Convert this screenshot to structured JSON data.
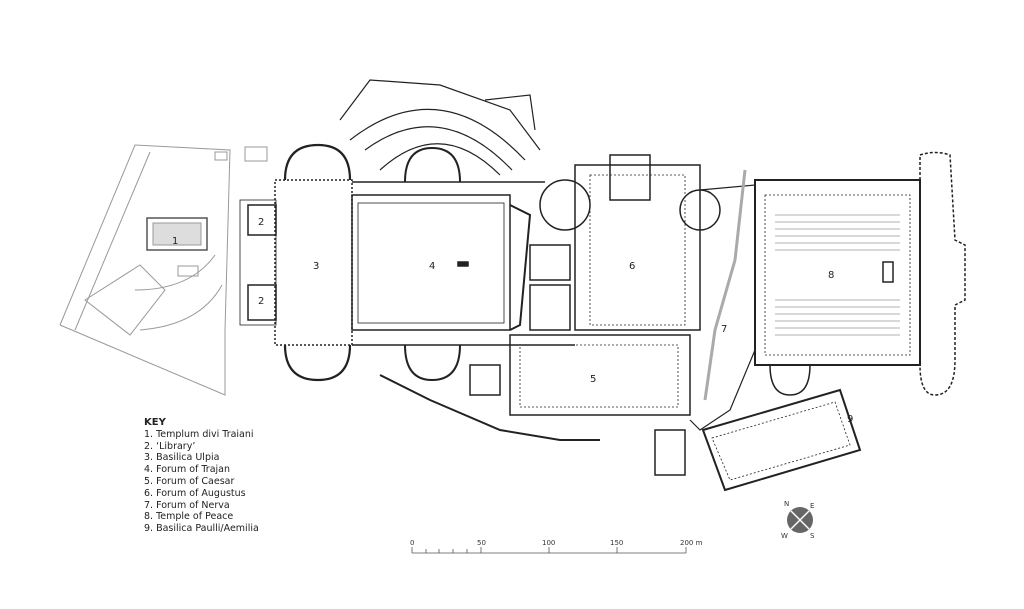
{
  "key": {
    "title": "KEY",
    "items": [
      "1. Templum divi Traiani",
      "2. ‘Library’",
      "3. Basilica Ulpia",
      "4. Forum of Trajan",
      "5. Forum of Caesar",
      "6. Forum of Augustus",
      "7. Forum of Nerva",
      "8. Temple of Peace",
      "9. Basilica Paulli/Aemilia"
    ]
  },
  "plan_labels": [
    "1",
    "2",
    "2",
    "3",
    "4",
    "5",
    "6",
    "7",
    "8",
    "9"
  ],
  "scale_bar": {
    "ticks": [
      "0",
      "50",
      "100",
      "150",
      "200 m"
    ]
  },
  "compass": {
    "n": "N",
    "e": "E",
    "s": "S",
    "w": "W"
  },
  "colors": {
    "line": "#222222",
    "faint": "#aaaaaa",
    "compass": "#666666"
  }
}
